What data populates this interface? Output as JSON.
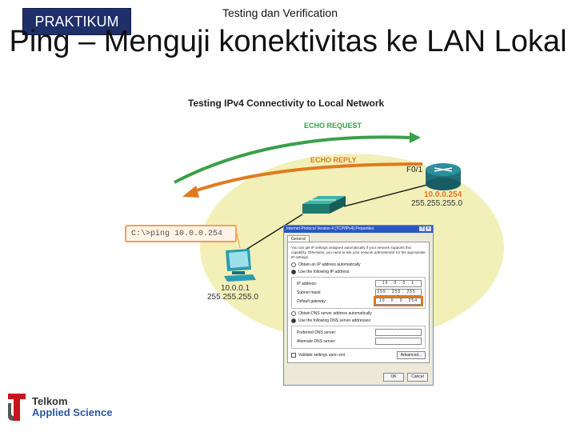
{
  "header": {
    "badge": "PRAKTIKUM",
    "subtitle": "Testing dan Verification",
    "title": "Ping – Menguji konektivitas  ke LAN Lokal"
  },
  "diagram": {
    "title": "Testing IPv4 Connectivity to Local Network",
    "echo_request": "ECHO REQUEST",
    "echo_reply": "ECHO REPLY",
    "router_port": "F0/1",
    "router_ip": "10.0.0.254",
    "router_mask": "255.255.255.0",
    "pc_ip": "10.0.0.1",
    "pc_mask": "255.255.255.0",
    "command": "C:\\>ping 10.0.0.254",
    "colors": {
      "request": "#3aa04a",
      "reply": "#e07a20",
      "lan_area": "#f2f0b8"
    }
  },
  "dialog": {
    "title": "Internet Protocol Version 4 (TCP/IPv4) Properties",
    "help": "?",
    "close": "×",
    "tab": "General",
    "description": "You can get IP settings assigned automatically if your network supports this capability. Otherwise, you need to ask your network administrator for the appropriate IP settings.",
    "obtain_ip": "Obtain an IP address automatically",
    "use_ip": "Use the following IP address:",
    "ip_label": "IP address:",
    "ip_value": "10 . 0 . 0 . 1",
    "mask_label": "Subnet mask:",
    "mask_value": "255 . 255 . 255 . 0",
    "gw_label": "Default gateway:",
    "gw_value": "10 . 0 . 0 . 254",
    "obtain_dns": "Obtain DNS server address automatically",
    "use_dns": "Use the following DNS server addresses:",
    "pref_dns_label": "Preferred DNS server:",
    "alt_dns_label": "Alternate DNS server:",
    "empty_ip": ".   .   .",
    "validate": "Validate settings upon exit",
    "advanced": "Advanced...",
    "ok": "OK",
    "cancel": "Cancel"
  },
  "footer": {
    "logo_line1": "Telkom",
    "logo_line2": "Applied Science",
    "logo_color": "#c4161c"
  }
}
